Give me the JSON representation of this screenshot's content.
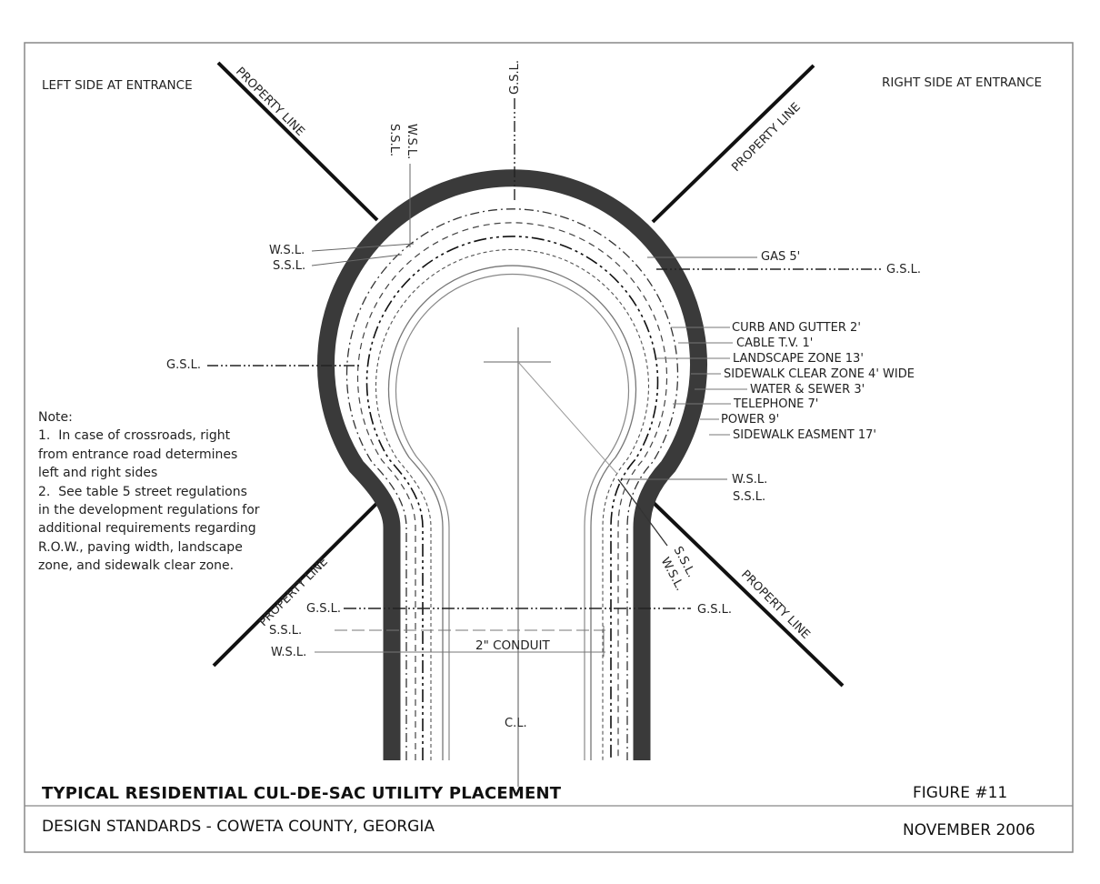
{
  "sides": {
    "left": "LEFT SIDE AT ENTRANCE",
    "right": "RIGHT SIDE AT ENTRANCE"
  },
  "property_line": "PROPERTY LINE",
  "abbrev": {
    "gsl": "G.S.L.",
    "wsl": "W.S.L.",
    "ssl": "S.S.L.",
    "cl": "C.L."
  },
  "callouts": [
    "GAS  5'",
    "CURB AND GUTTER 2'",
    "CABLE T.V. 1'",
    "LANDSCAPE ZONE 13'",
    "SIDEWALK CLEAR ZONE 4' WIDE",
    "WATER & SEWER 3'",
    "TELEPHONE 7'",
    "POWER 9'",
    "SIDEWALK EASMENT  17'"
  ],
  "conduit": "2\" CONDUIT",
  "note": {
    "heading": "Note:",
    "lines": [
      "1.  In case of crossroads, right",
      "from entrance road determines",
      "left and right sides",
      "2.  See table 5 street regulations",
      "in the development regulations for",
      "additional requirements regarding",
      "R.O.W., paving width, landscape",
      "zone, and sidewalk clear zone."
    ]
  },
  "title_block": {
    "title": "TYPICAL RESIDENTIAL CUL-DE-SAC UTILITY PLACEMENT",
    "figure": "FIGURE #11",
    "subtitle": "DESIGN STANDARDS - COWETA COUNTY, GEORGIA",
    "date": "NOVEMBER 2006"
  }
}
